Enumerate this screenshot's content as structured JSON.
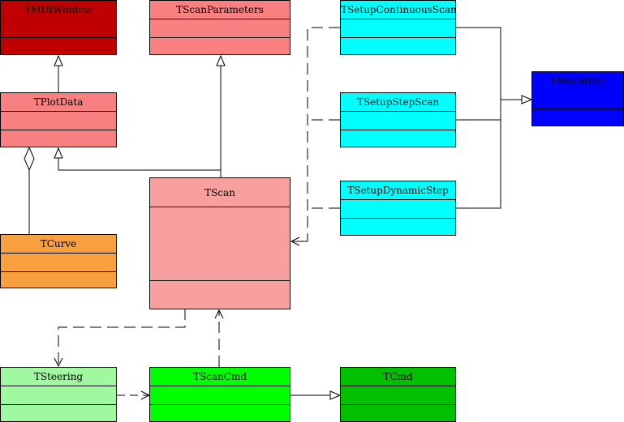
{
  "classes": {
    "tmdiwindow": {
      "name": "TMDIWindow",
      "color": "#c00000"
    },
    "tscanparameters": {
      "name": "TScanParameters",
      "color": "#f88080"
    },
    "tsetupcontinuousscan": {
      "name": "TSetupContinuousScan",
      "color": "#00ffff"
    },
    "tsetupstepscan": {
      "name": "TSetupStepScan",
      "color": "#00ffff"
    },
    "tsetupdynamicstep": {
      "name": "TSetupDynamicStep",
      "color": "#00ffff"
    },
    "tmodaldlg": {
      "name": "TModalDlg",
      "color": "#0000ff"
    },
    "tplotdata": {
      "name": "TPlotData",
      "color": "#f88080"
    },
    "tscan": {
      "name": "TScan",
      "color": "#f8a0a0"
    },
    "tcurve": {
      "name": "TCurve",
      "color": "#f8a040"
    },
    "tsteering": {
      "name": "TSteering",
      "color": "#a0f8a0"
    },
    "tscancmd": {
      "name": "TScanCmd",
      "color": "#00ff00"
    },
    "tcmd": {
      "name": "TCmd",
      "color": "#00c000"
    }
  },
  "colors": {
    "line": "#000000",
    "background": "#ffffff"
  }
}
